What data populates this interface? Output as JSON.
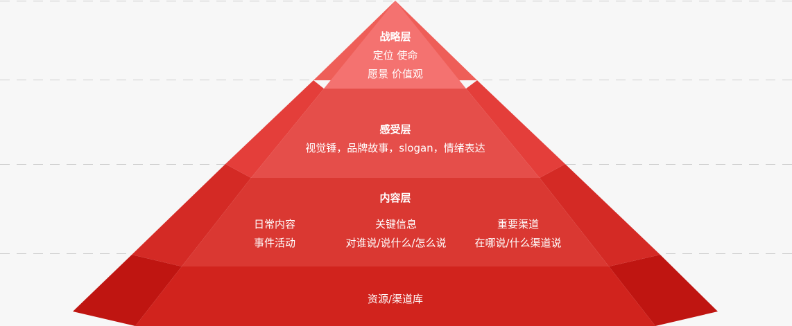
{
  "colors": {
    "background": "#f7f7f7",
    "dash": "#cccccc",
    "layer1_front": "#f47270",
    "layer1_side": "#ee5e58",
    "layer2_front": "#e54e4a",
    "layer2_side": "#e43e3a",
    "layer3_front": "#da3832",
    "layer3_side": "#d42a25",
    "layer4_front": "#d1231d",
    "layer4_side": "#bf1511"
  },
  "pyramid": {
    "strategy": {
      "title": "战略层",
      "lines": [
        "定位 使命",
        "愿景 价值观"
      ]
    },
    "perception": {
      "title": "感受层",
      "line": "视觉锤，品牌故事，slogan，情绪表达"
    },
    "content": {
      "title": "内容层",
      "columns": [
        {
          "line1": "日常内容",
          "line2": "事件活动"
        },
        {
          "line1": "关键信息",
          "line2": "对谁说/说什么/怎么说"
        },
        {
          "line1": "重要渠道",
          "line2": "在哪说/什么渠道说"
        }
      ]
    },
    "resources": {
      "title": "资源/渠道库"
    }
  }
}
